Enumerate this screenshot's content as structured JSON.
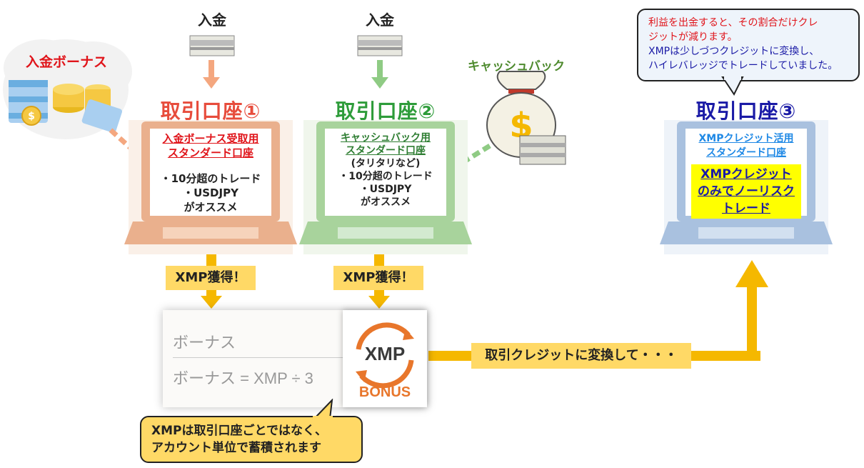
{
  "deposit_label": "入金",
  "bonus_cloud_label": "入金ボーナス",
  "cashback_label": "キャッシュバック",
  "accounts": [
    {
      "title": "取引口座①",
      "color": "#e74c3c",
      "screen_title_lines": [
        "入金ボーナス受取用",
        "スタンダード口座"
      ],
      "screen_lines": [
        "・10分超のトレード",
        "・USDJPY",
        "がオススメ"
      ]
    },
    {
      "title": "取引口座②",
      "color": "#2e9c3a",
      "screen_title_lines": [
        "キャッシュバック用",
        "スタンダード口座"
      ],
      "screen_lines": [
        "(タリタリなど)",
        "・10分超のトレード",
        "・USDJPY",
        "がオススメ"
      ]
    },
    {
      "title": "取引口座③",
      "color": "#1a1aa6",
      "screen_title_lines": [
        "XMPクレジット活用",
        "スタンダード口座"
      ],
      "screen_highlight": [
        "XMPクレジット",
        "のみでノーリスク",
        "トレード"
      ]
    }
  ],
  "xmp_gain_label": "XMP獲得！",
  "formula": {
    "line1": "ボーナス",
    "line2": "ボーナス = XMP ÷ 3",
    "badge_top": "XMP",
    "badge_bottom": "BONUS"
  },
  "convert_label": "取引クレジットに変換して・・・",
  "callout_bottom": [
    "XMPは取引口座ごとではなく、",
    "アカウント単位で蓄積されます"
  ],
  "callout_top_red": [
    "利益を出金すると、その割合だけクレ",
    "ジットが減ります。"
  ],
  "callout_top_blue": [
    "XMPは少しづつクレジットに変換し、",
    "ハイレバレッジでトレードしていました。"
  ]
}
